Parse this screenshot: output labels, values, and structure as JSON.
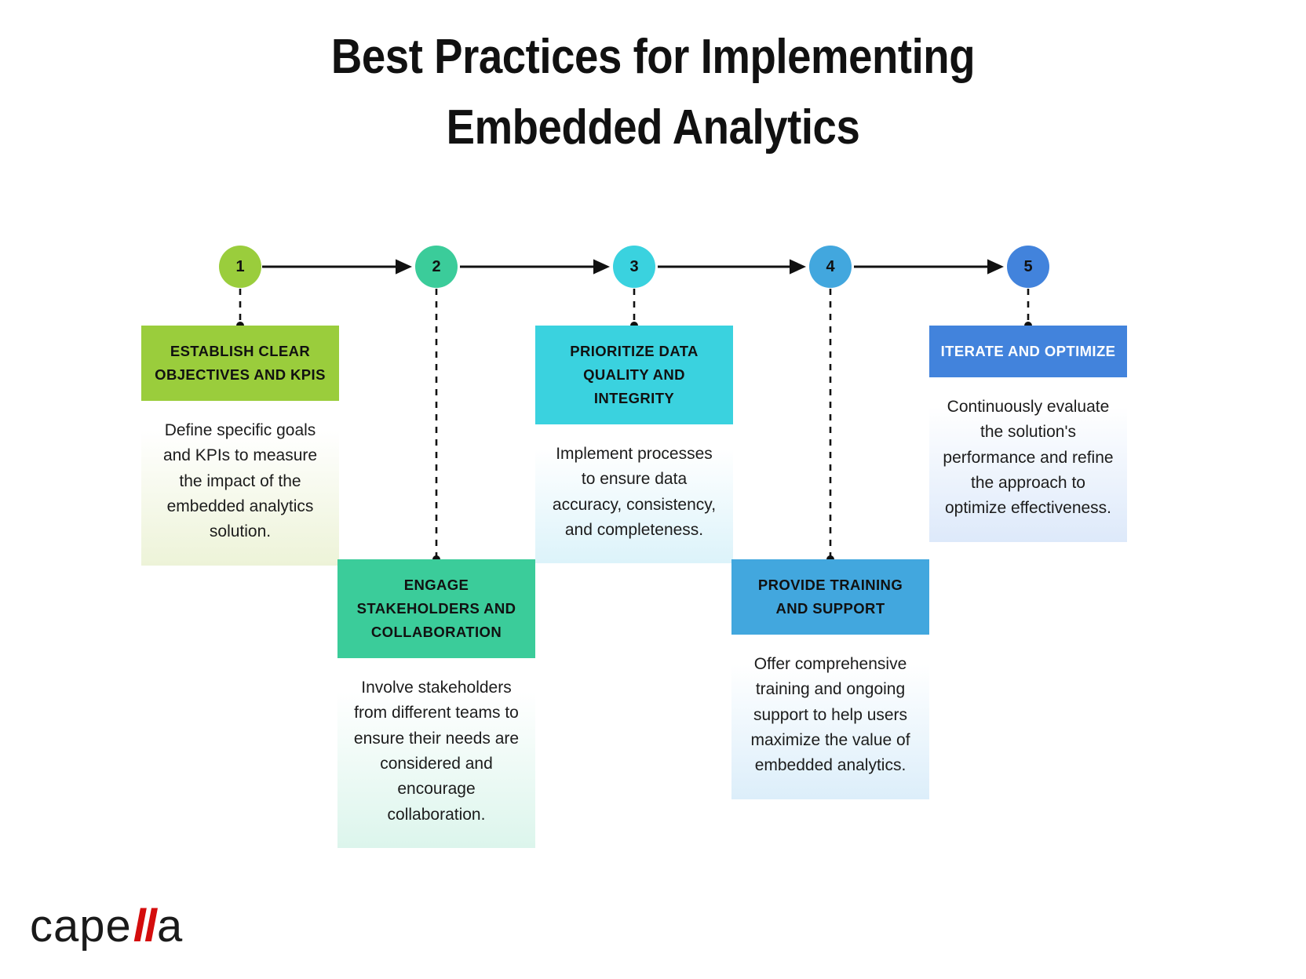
{
  "title": {
    "line1": "Best Practices for Implementing",
    "line2": "Embedded Analytics"
  },
  "brand": {
    "logo_part1": "cape",
    "logo_part2": "ll",
    "logo_part3": "a",
    "logo_accent_color": "#d40d0d"
  },
  "diagram": {
    "type": "process-timeline",
    "orientation": "horizontal",
    "connector_style": "arrow",
    "dropline_style": "dashed-with-dot",
    "steps": [
      {
        "number": "1",
        "title": "ESTABLISH CLEAR OBJECTIVES AND KPIS",
        "description": "Define specific goals and KPIs to measure the impact of the embedded analytics solution.",
        "color": "#9ACD3C",
        "tint": "#edf3d8",
        "header_text_color": "#111111",
        "position": "above"
      },
      {
        "number": "2",
        "title": "ENGAGE STAKEHOLDERS AND COLLABORATION",
        "description": "Involve stakeholders from different teams to ensure their needs are considered and encourage collaboration.",
        "color": "#3BCC9A",
        "tint": "#dcf5ec",
        "header_text_color": "#111111",
        "position": "below"
      },
      {
        "number": "3",
        "title": "PRIORITIZE DATA QUALITY AND INTEGRITY",
        "description": "Implement processes to ensure data accuracy, consistency, and completeness.",
        "color": "#3AD2DF",
        "tint": "#dcf3fa",
        "header_text_color": "#111111",
        "position": "above"
      },
      {
        "number": "4",
        "title": "PROVIDE TRAINING AND SUPPORT",
        "description": "Offer comprehensive training and ongoing support to help users maximize the value of embedded analytics.",
        "color": "#42A7DE",
        "tint": "#dceefa",
        "header_text_color": "#111111",
        "position": "below"
      },
      {
        "number": "5",
        "title": "ITERATE AND OPTIMIZE",
        "description": "Continuously evaluate the solution's performance and refine the approach to optimize effectiveness.",
        "color": "#4283DC",
        "tint": "#dde9fa",
        "header_text_color": "#ffffff",
        "position": "above"
      }
    ]
  }
}
